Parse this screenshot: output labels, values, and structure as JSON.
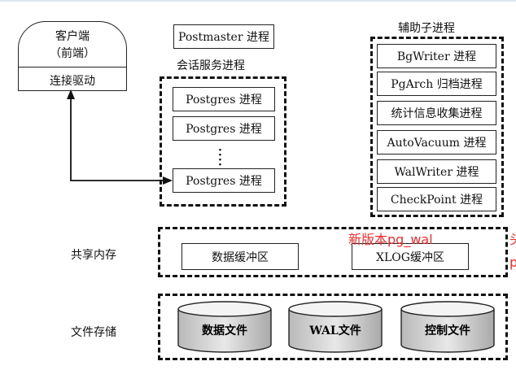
{
  "client": {
    "title": "客户端",
    "subtitle": "（前端）",
    "driver": "连接驱动"
  },
  "postmaster": "Postmaster 进程",
  "session_group": {
    "label": "会话服务进程",
    "processes": [
      "Postgres 进程",
      "Postgres 进程",
      "Postgres 进程"
    ]
  },
  "aux_group": {
    "label": "辅助子进程",
    "processes": [
      "BgWriter 进程",
      "PgArch 归档进程",
      "统计信息收集进程",
      "AutoVacuum 进程",
      "WalWriter 进程",
      "CheckPoint 进程"
    ]
  },
  "shared_memory": {
    "label": "共享内存",
    "buffers": [
      "数据缓冲区",
      "XLOG缓冲区"
    ]
  },
  "annotation": {
    "text": "新版本pg_wal",
    "cut_text": "头",
    "cut_text2": "p",
    "color": "#ff2a2a"
  },
  "file_storage": {
    "label": "文件存储",
    "files": [
      "数据文件",
      "WAL文件",
      "控制文件"
    ]
  }
}
